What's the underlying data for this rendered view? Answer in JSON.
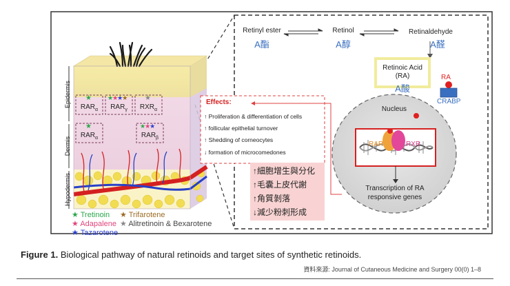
{
  "skin": {
    "layer_labels": [
      "Epidermis",
      "Dermis",
      "Hypodermis"
    ],
    "receptor_boxes": [
      {
        "label": "RAR",
        "sub": "α"
      },
      {
        "label": "RAR",
        "sub": "γ"
      },
      {
        "label": "RXR",
        "sub": "α"
      },
      {
        "label": "RAR",
        "sub": "α"
      },
      {
        "label": "RAR",
        "sub": "β"
      }
    ]
  },
  "legend": [
    {
      "label": "Tretinoin",
      "color": "#2aa84a"
    },
    {
      "label": "Trifarotene",
      "color": "#9c6b22"
    },
    {
      "label": "Adapalene",
      "color": "#e0457b"
    },
    {
      "label": "Alitretinoin & Bexarotene",
      "color": "#888888"
    },
    {
      "label": "Tazarotene",
      "color": "#2a3fd1"
    }
  ],
  "pathway": {
    "retinyl_ester": "Retinyl ester",
    "retinyl_ester_cn": "A酯",
    "retinol": "Retinol",
    "retinol_cn": "A醇",
    "retinaldehyde": "Retinaldehyde",
    "retinaldehyde_cn": "A醛",
    "retinoic_acid": "Retinoic Acid",
    "retinoic_acid_abbr": "(RA)",
    "retinoic_acid_cn": "A酸",
    "ra": "RA",
    "crabp": "CRABP",
    "nucleus": "Nucleus",
    "rar": "RAR",
    "rxr": "RXR",
    "transcription_line1": "Transcription of RA",
    "transcription_line2": "responsive genes"
  },
  "effects": {
    "title": "Effects:",
    "items": [
      {
        "arrow": "↑",
        "text": "Proliferation & differentiation of cells"
      },
      {
        "arrow": "↑",
        "text": "follicular epithelial turnover"
      },
      {
        "arrow": "↑",
        "text": "Shedding of corneocytes"
      },
      {
        "arrow": "↓",
        "text": "formation of microcomedones"
      }
    ],
    "cn_items": [
      {
        "arrow": "↑",
        "text": "細胞增生與分化"
      },
      {
        "arrow": "↑",
        "text": "毛囊上皮代謝"
      },
      {
        "arrow": "↑",
        "text": "角質剝落"
      },
      {
        "arrow": "↓",
        "text": "減少粉刺形成"
      }
    ]
  },
  "caption": {
    "figure": "Figure 1.",
    "text": "Biological pathway of natural retinoids and target sites of synthetic retinoids."
  },
  "source": "資料來源: Journal of Cutaneous Medicine and Surgery 00(0) 1–8"
}
